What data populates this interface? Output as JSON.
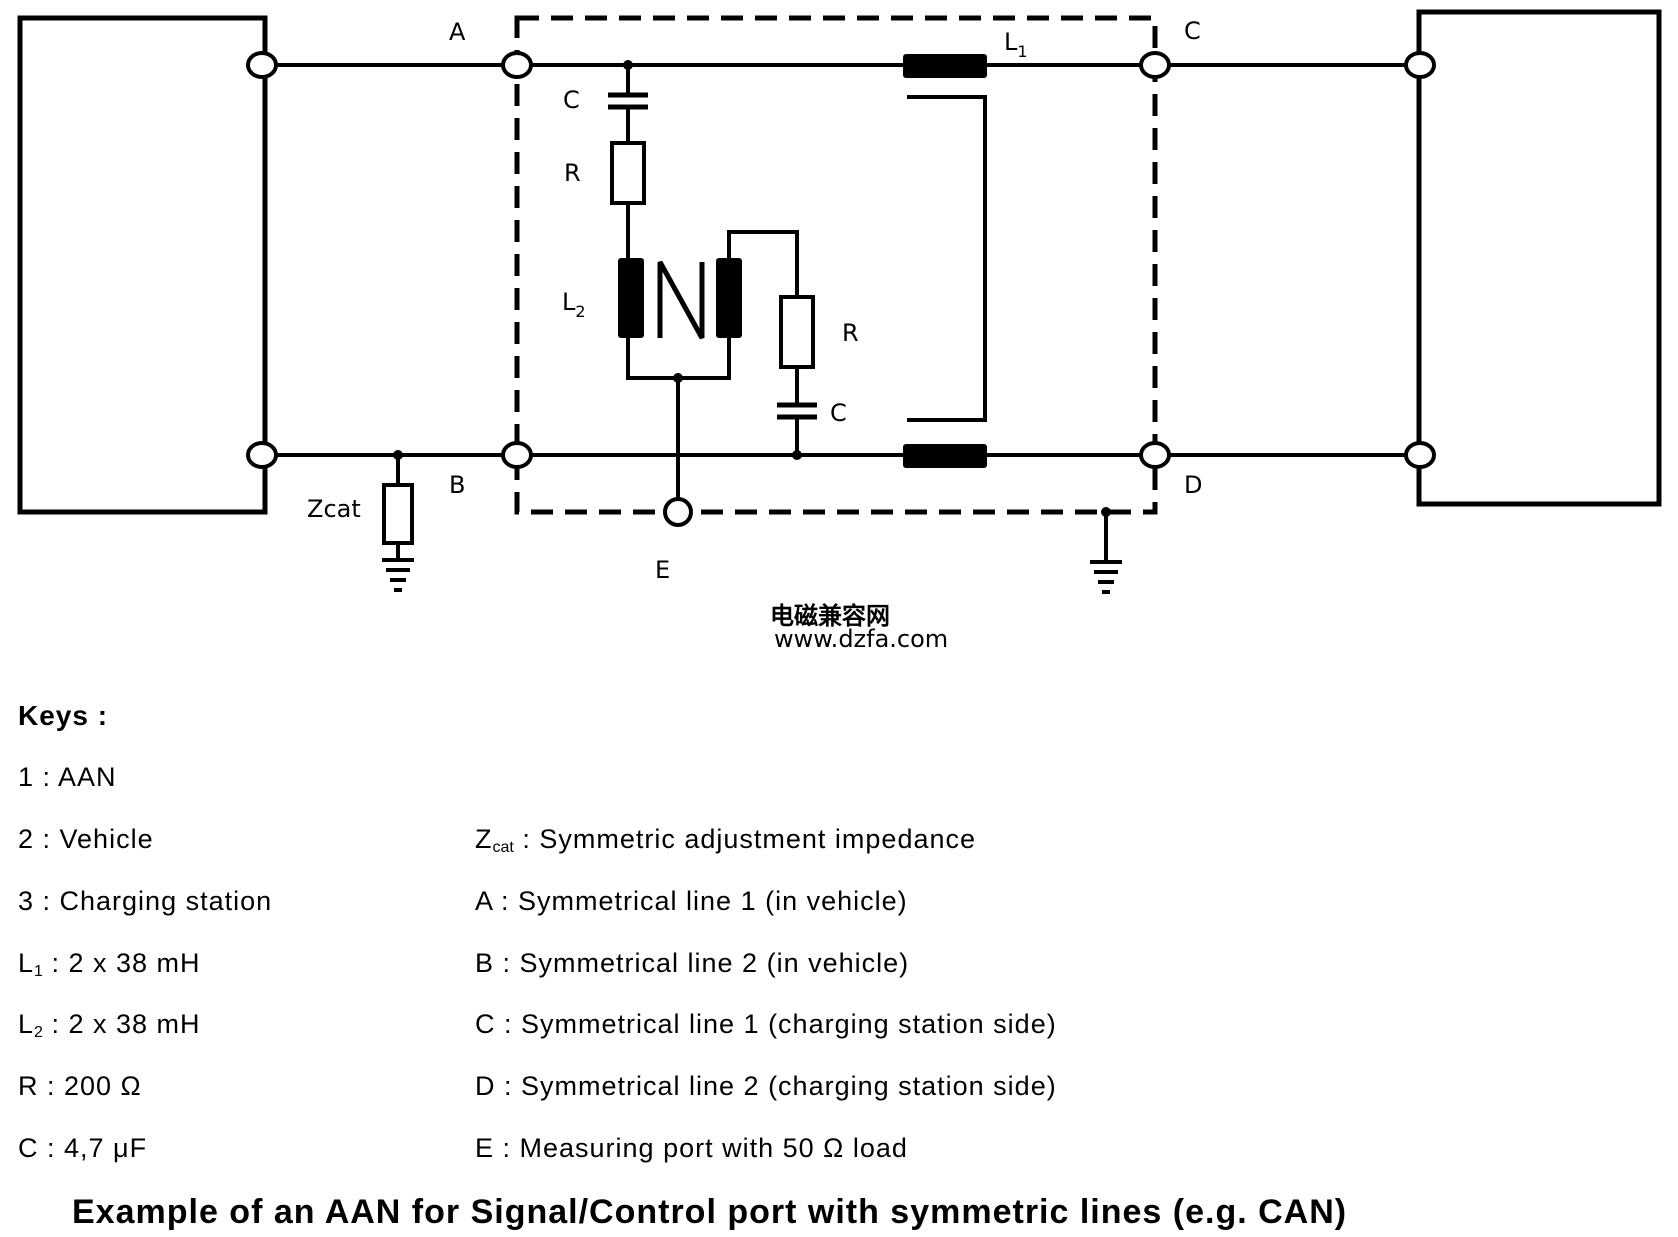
{
  "diagram": {
    "terminal_labels": {
      "a": "A",
      "b": "B",
      "c": "C",
      "d": "D",
      "e": "E"
    },
    "component_labels": {
      "c_upper": "C",
      "r_upper": "R",
      "l2_main": "L",
      "l2_sub": "2",
      "r_lower": "R",
      "c_lower": "C",
      "l1_main": "L",
      "l1_sub": "1",
      "zcat": "Zcat"
    },
    "watermark": {
      "text": "电磁兼容网",
      "url": "www.dzfa.com"
    }
  },
  "keys": {
    "title": "Keys :",
    "left": [
      {
        "main": "1 : AAN"
      },
      {
        "main": "2 : Vehicle"
      },
      {
        "main": "3 : Charging station"
      },
      {
        "pre": "L",
        "sub": "1",
        "main": " : 2 x 38 mH"
      },
      {
        "pre": "L",
        "sub": "2",
        "main": " : 2 x 38 mH"
      },
      {
        "main": "R : 200 Ω"
      },
      {
        "main": "C : 4,7 μF"
      }
    ],
    "right": [
      {
        "pre": "Z",
        "sub": "cat",
        "main": " : Symmetric adjustment impedance"
      },
      {
        "main": "A : Symmetrical line 1 (in vehicle)"
      },
      {
        "main": "B : Symmetrical line 2 (in vehicle)"
      },
      {
        "main": "C : Symmetrical line 1 (charging station side)"
      },
      {
        "main": "D : Symmetrical line 2 (charging station side)"
      },
      {
        "main": "E : Measuring port with 50 Ω load"
      }
    ]
  },
  "caption": "Example of an AAN for Signal/Control port with symmetric lines (e.g. CAN)"
}
